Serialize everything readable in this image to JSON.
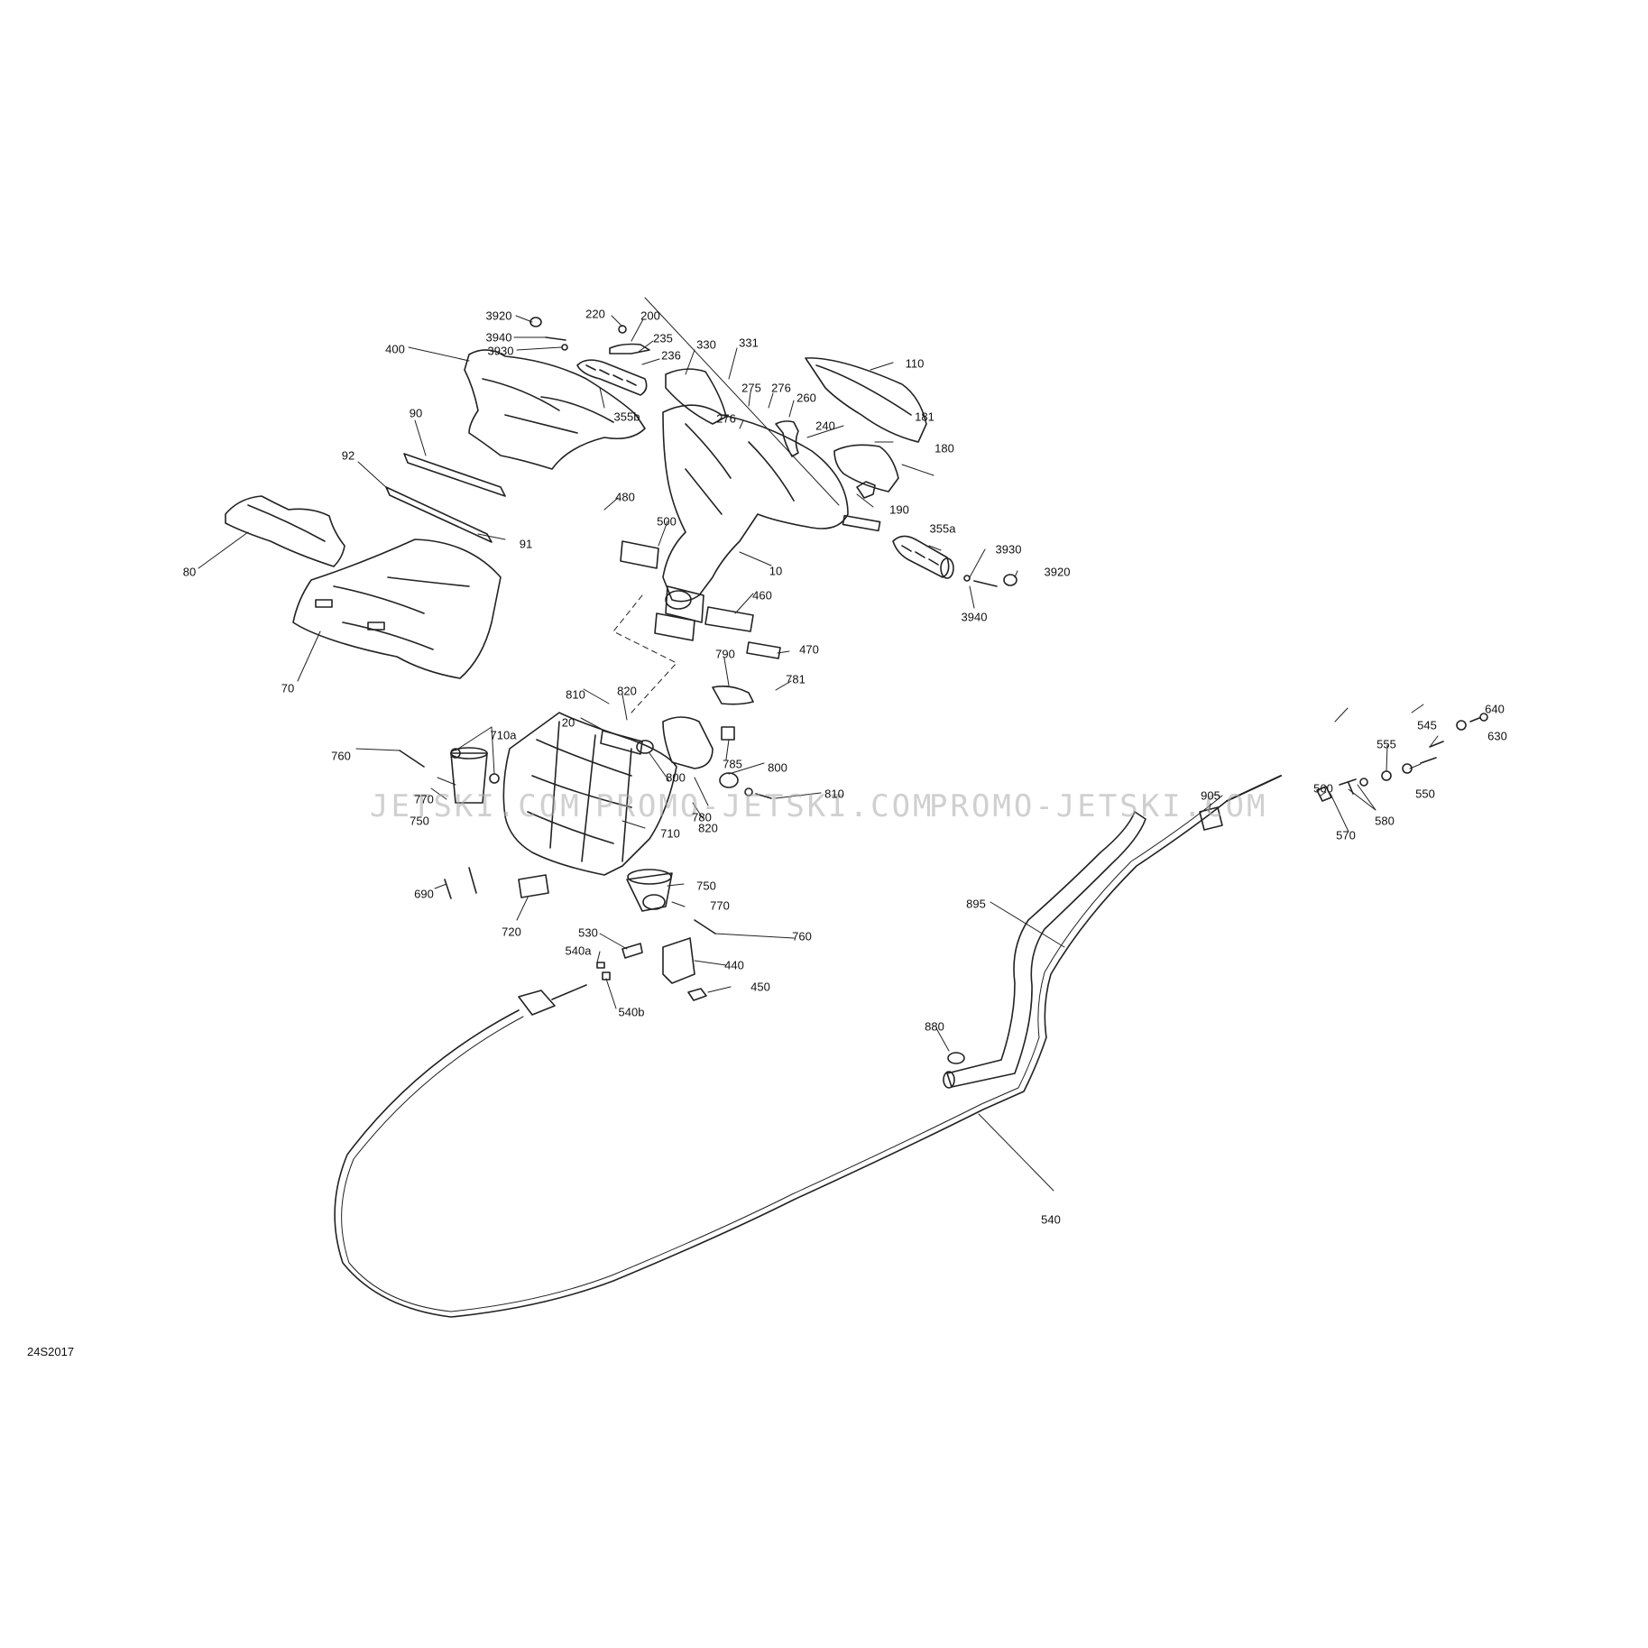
{
  "diagram_code": "24S2017",
  "watermark": {
    "left": "JETSKI.COM",
    "center": "PROMO-JETSKI.COM",
    "right": "PROMO-JETSKI.COM"
  },
  "parts": {
    "p3920a": "3920",
    "p3940a": "3940",
    "p3930a": "3930",
    "p220": "220",
    "p200": "200",
    "p235": "235",
    "p236": "236",
    "p330": "330",
    "p331": "331",
    "p110": "110",
    "p400": "400",
    "p355b": "355b",
    "p275": "275",
    "p276a": "276",
    "p260": "260",
    "p276b": "276",
    "p240": "240",
    "p181": "181",
    "p90": "90",
    "p180": "180",
    "p92": "92",
    "p190": "190",
    "p480": "480",
    "p500": "500",
    "p355a": "355a",
    "p91": "91",
    "p3930b": "3930",
    "p80": "80",
    "p10": "10",
    "p3920b": "3920",
    "p3940b": "3940",
    "p460": "460",
    "p470": "470",
    "p70": "70",
    "p790": "790",
    "p781": "781",
    "p810a": "810",
    "p820a": "820",
    "p20": "20",
    "p710a": "710a",
    "p760a": "760",
    "p785": "785",
    "p800a": "800",
    "p800b": "800",
    "p770a": "770",
    "p750a": "750",
    "p780": "780",
    "p810b": "810",
    "p820b": "820",
    "p710": "710",
    "p690": "690",
    "p750b": "750",
    "p770b": "770",
    "p720": "720",
    "p760b": "760",
    "p530": "530",
    "p540a": "540a",
    "p440": "440",
    "p540b": "540b",
    "p450": "450",
    "p640": "640",
    "p545": "545",
    "p630": "630",
    "p555": "555",
    "p550": "550",
    "p560": "560",
    "p580": "580",
    "p570": "570",
    "p905": "905",
    "p895": "895",
    "p880": "880",
    "p540": "540"
  }
}
